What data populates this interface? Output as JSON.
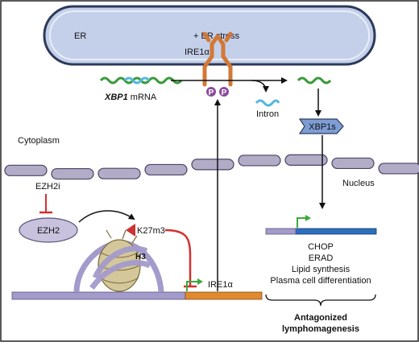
{
  "labels": {
    "er": "ER",
    "er_stress": "+ ER stress",
    "ire1a_receptor": "IRE1α",
    "xbp1_gene": "XBP1",
    "xbp1_mrna_suffix": " mRNA",
    "phospho": "P",
    "intron": "Intron",
    "cytoplasm": "Cytoplasm",
    "nucleus": "Nucleus",
    "xbp1s": "XBP1s",
    "ezh2i": "EZH2i",
    "ezh2": "EZH2",
    "k27m3": "K27m3",
    "h3": "H3",
    "ire1a_gene": "IRE1α",
    "targets": [
      "CHOP",
      "ERAD",
      "Lipid synthesis",
      "Plasma cell differentiation"
    ],
    "outcome_line1": "Antagonized",
    "outcome_line2": "lymphomagenesis"
  },
  "colors": {
    "er_fill": "#c4d0ea",
    "er_stroke": "#2d3a5a",
    "receptor": "#d27836",
    "phospho": "#8a4a9c",
    "mrna_green": "#3a9a3a",
    "intron_blue": "#55b8e0",
    "membrane": "#b2acc6",
    "xbp1s": "#7e9dd4",
    "ezh2": "#c8c2de",
    "inhibit_red": "#d23030",
    "k27_marker": "#cc3333",
    "nucleosome": "#d4c79a",
    "dna": "#a39bcb",
    "gene_orange": "#e08a2e",
    "gene_blue": "#2c6fbf",
    "promoter_arrow": "#3aaa3a"
  }
}
